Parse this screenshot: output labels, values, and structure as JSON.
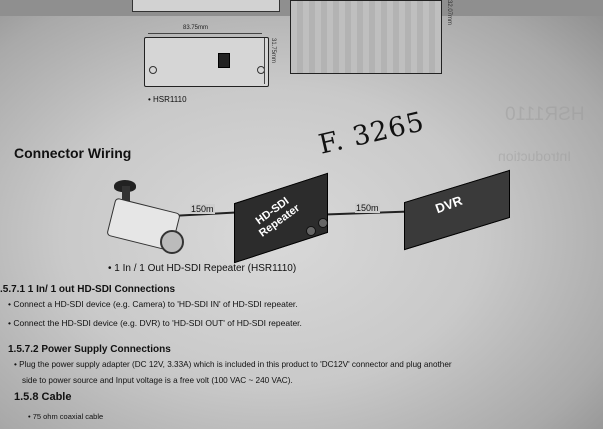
{
  "drawing": {
    "width_label": "83.75mm",
    "height_label": "31.75mm",
    "side_height_label": "32.07mm",
    "model_caption": "• HSR1110",
    "annotation": "F. 3265"
  },
  "section": {
    "title": "Connector Wiring"
  },
  "diagram": {
    "cable_left": "150m",
    "cable_right": "150m",
    "repeater_line1": "HD-SDI",
    "repeater_line2": "Repeater",
    "dvr_label": "DVR",
    "caption": "• 1 In / 1 Out HD-SDI Repeater (HSR1110)"
  },
  "io_connections": {
    "heading": ".5.7.1   1 In/ 1 out HD-SDI Connections",
    "bullet1": "• Connect a HD-SDI device (e.g. Camera) to 'HD-SDI IN' of HD-SDI repeater.",
    "bullet2": "• Connect the HD-SDI device (e.g. DVR) to 'HD-SDI OUT' of HD-SDI repeater."
  },
  "power": {
    "heading": "1.5.7.2   Power Supply Connections",
    "line1": "• Plug the power supply adapter (DC 12V, 3.33A) which is included in this product to 'DC12V' connector and plug another",
    "line2": "side to power source and Input voltage is a free volt (100 VAC ~ 240 VAC)."
  },
  "cable": {
    "heading": "1.5.8   Cable",
    "bullet": "• 75 ohm coaxial cable"
  },
  "bleed_through": {
    "line1": "HSR1110",
    "line2": "Introduction"
  }
}
